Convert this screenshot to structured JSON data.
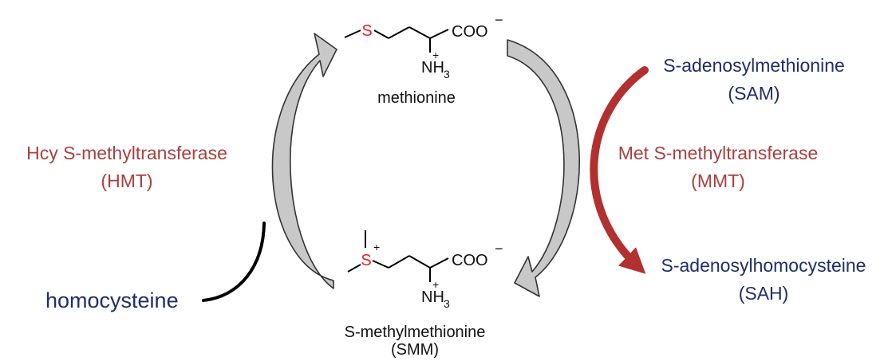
{
  "diagram": {
    "molecules": {
      "methionine": {
        "name": "methionine",
        "sulfur": "S",
        "carboxylate": "COO",
        "carboxylate_charge": "−",
        "amine": "NH",
        "amine_subscript": "3",
        "amine_charge": "+"
      },
      "smm": {
        "name": "S-methylmethionine",
        "abbrev": "(SMM)",
        "sulfur": "S",
        "sulfur_charge": "+",
        "carboxylate": "COO",
        "carboxylate_charge": "−",
        "amine": "NH",
        "amine_subscript": "3",
        "amine_charge": "+"
      }
    },
    "enzymes": {
      "hmt": {
        "name": "Hcy S-methyltransferase",
        "abbrev": "(HMT)"
      },
      "mmt": {
        "name": "Met S-methyltransferase",
        "abbrev": "(MMT)"
      }
    },
    "cofactors": {
      "sam": {
        "name": "S-adenosylmethionine",
        "abbrev": "(SAM)"
      },
      "sah": {
        "name": "S-adenosylhomocysteine",
        "abbrev": "(SAH)"
      }
    },
    "substrate": {
      "name": "homocysteine"
    },
    "colors": {
      "enzyme_text": "#a8403f",
      "cofactor_text": "#1f2d6b",
      "sulfur": "#e02020",
      "cycle_arrow_fill": "#c8c8c8",
      "cycle_arrow_stroke": "#333333",
      "mmt_arrow": "#b2302f",
      "homocysteine_line": "#000000"
    }
  }
}
